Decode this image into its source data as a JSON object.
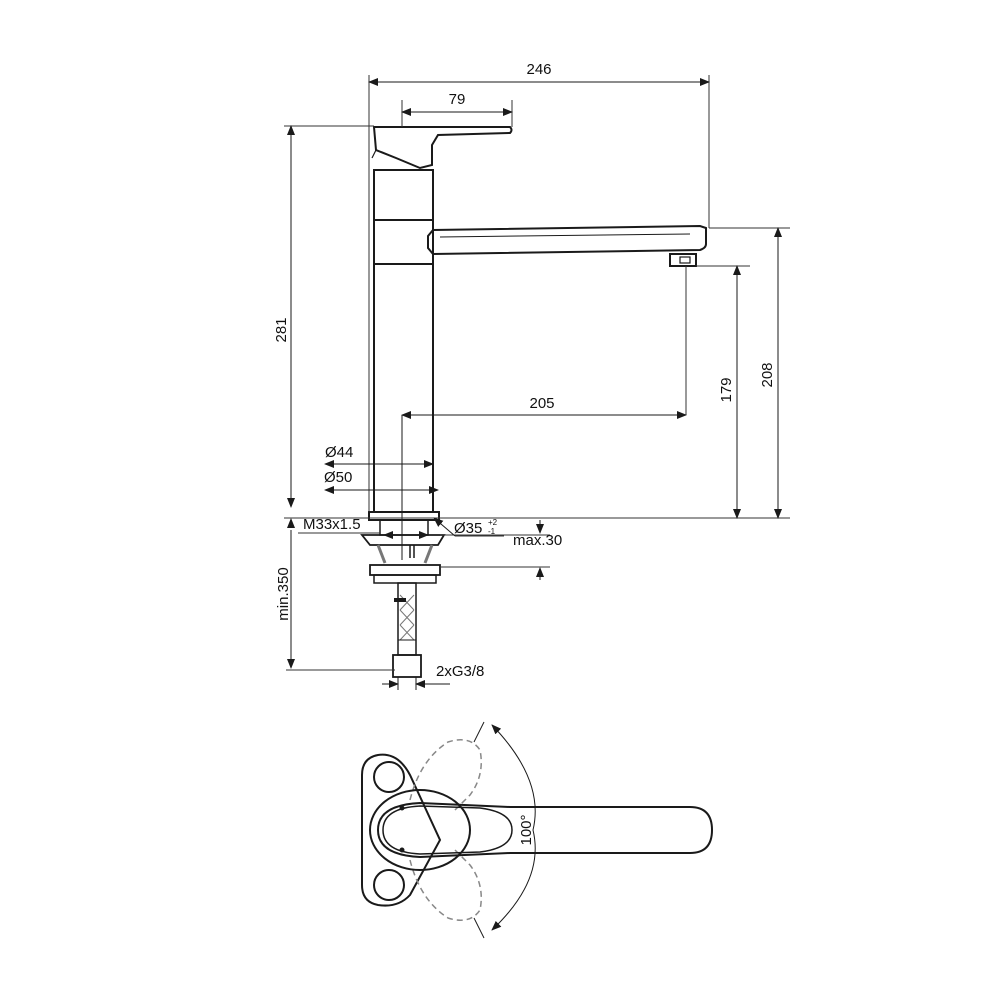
{
  "drawing": {
    "subject": "Single-lever kitchen faucet technical drawing",
    "colors": {
      "line": "#1a1a1a",
      "dim": "#333333",
      "dashed": "#888888",
      "background": "#ffffff"
    },
    "side_view": {
      "dimensions": {
        "overall_width": "246",
        "lever_length": "79",
        "overall_height": "281",
        "spout_reach": "205",
        "spout_height": "208",
        "outlet_height": "179",
        "body_diameter_upper": "Ø44",
        "body_diameter_base": "Ø50",
        "thread": "M33x1.5",
        "hole_diameter": "Ø35",
        "hole_tolerance_plus": "+2",
        "hole_tolerance_minus": "-1",
        "max_deck_thickness": "max.30",
        "min_hose_length": "min.350",
        "connections": "2xG3/8"
      }
    },
    "top_view": {
      "rotation_angle": "100°"
    }
  }
}
